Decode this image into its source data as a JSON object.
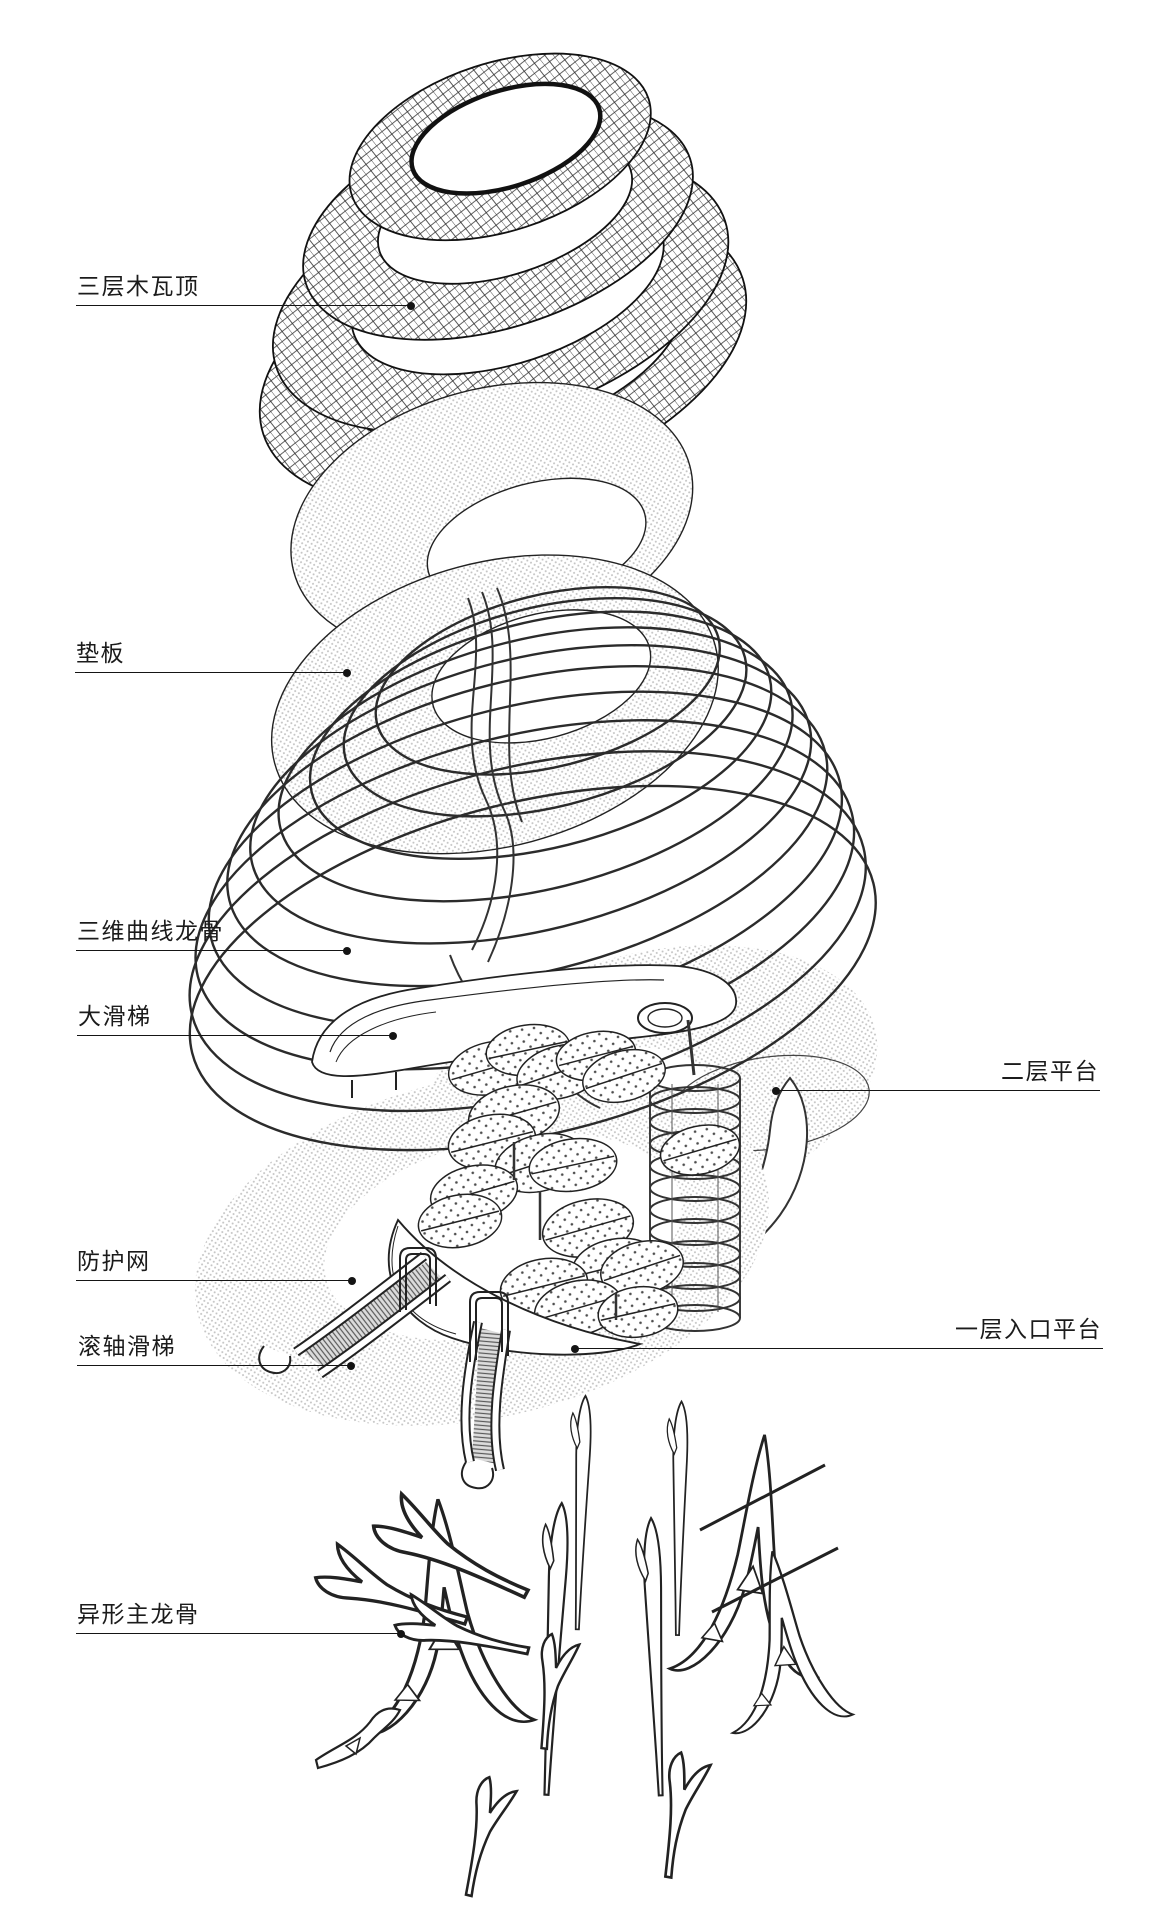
{
  "figure": {
    "kind": "exploded axonometric diagram",
    "background_color": "#ffffff",
    "line_color": "#1a1a1a",
    "stipple_gray": "#c3c3c3",
    "roller_gray": "#8a8a8a"
  },
  "labels": {
    "roof": {
      "text": "三层木瓦顶",
      "side": "left"
    },
    "pad": {
      "text": "垫板",
      "side": "left"
    },
    "keel3d": {
      "text": "三维曲线龙骨",
      "side": "left"
    },
    "big_slide": {
      "text": "大滑梯",
      "side": "left"
    },
    "platform2f": {
      "text": "二层平台",
      "side": "right"
    },
    "net": {
      "text": "防护网",
      "side": "left"
    },
    "roller": {
      "text": "滚轴滑梯",
      "side": "left"
    },
    "platform1f": {
      "text": "一层入口平台",
      "side": "right"
    },
    "main_keel": {
      "text": "异形主龙骨",
      "side": "left"
    }
  }
}
